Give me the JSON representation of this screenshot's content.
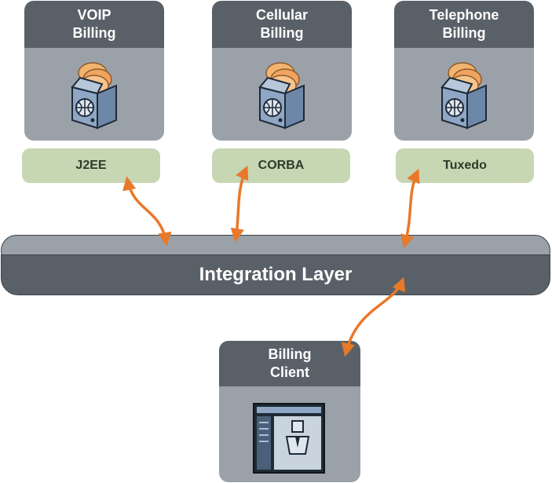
{
  "systems": [
    {
      "line1": "VOIP",
      "line2": "Billing",
      "protocol": "J2EE"
    },
    {
      "line1": "Cellular",
      "line2": "Billing",
      "protocol": "CORBA"
    },
    {
      "line1": "Telephone",
      "line2": "Billing",
      "protocol": "Tuxedo"
    }
  ],
  "layer": {
    "label": "Integration Layer"
  },
  "client": {
    "line1": "Billing",
    "line2": "Client"
  },
  "colors": {
    "header_dark": "#5a6068",
    "body_gray": "#9ba1a9",
    "protocol_green": "#c7d6b3",
    "arrow_orange": "#e8792a",
    "box_blue": "#8fa7c4",
    "disc_orange": "#f0a460"
  },
  "icons": {
    "system": "software-box-icon",
    "client": "desktop-window-user-icon"
  }
}
